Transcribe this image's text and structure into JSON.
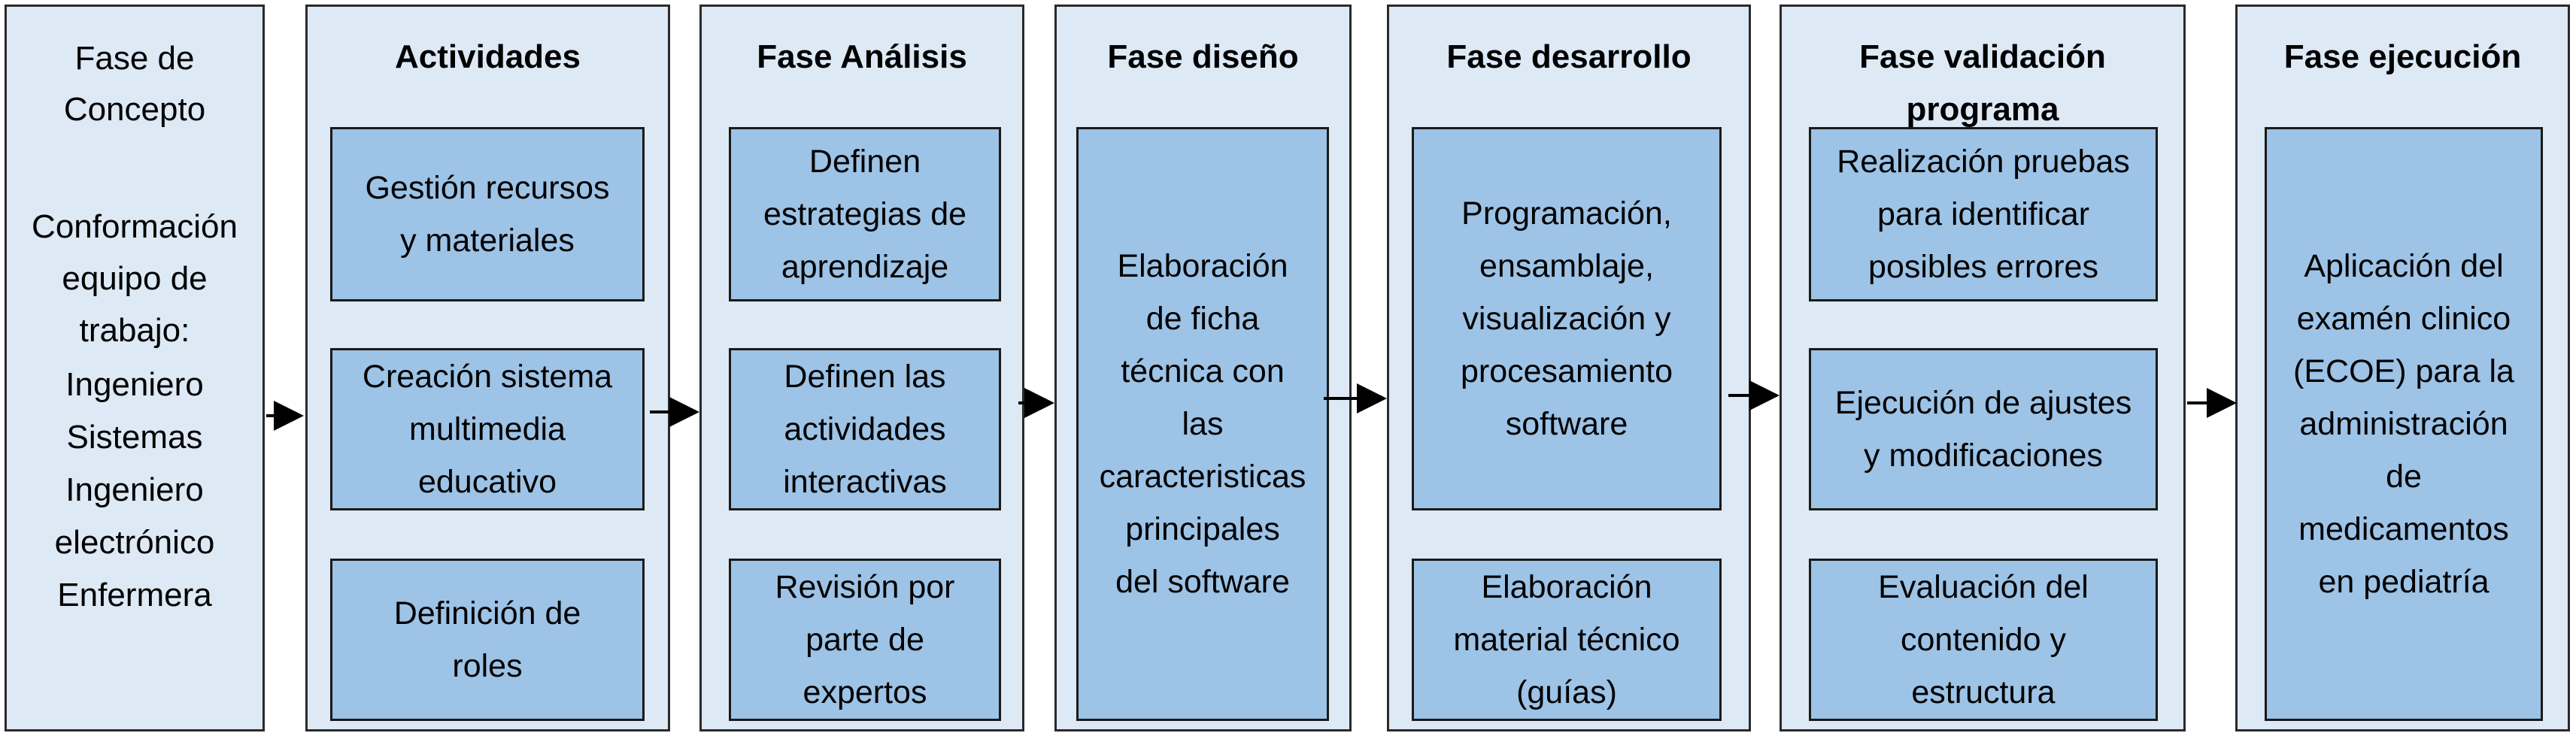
{
  "phases": {
    "concepto": {
      "title_line1": "Fase de",
      "title_line2": "Concepto",
      "subtitle_line1": "Conformación",
      "subtitle_line2": "equipo de",
      "subtitle_line3": "trabajo:",
      "members": [
        "Ingeniero",
        "Sistemas",
        "Ingeniero",
        "electrónico",
        "Enfermera"
      ]
    },
    "actividades": {
      "title": "Actividades",
      "boxes": [
        [
          "Gestión recursos",
          "y materiales"
        ],
        [
          "Creación sistema",
          "multimedia",
          "educativo"
        ],
        [
          "Definición de",
          "roles"
        ]
      ]
    },
    "analisis": {
      "title": "Fase Análisis",
      "boxes": [
        [
          "Definen",
          "estrategias de",
          "aprendizaje"
        ],
        [
          "Definen las",
          "actividades",
          "interactivas"
        ],
        [
          "Revisión por",
          "parte de",
          "expertos"
        ]
      ]
    },
    "diseno": {
      "title": "Fase diseño",
      "box": [
        "Elaboración",
        "de ficha",
        "técnica con",
        "las",
        "caracteristicas",
        "principales",
        "del software"
      ]
    },
    "desarrollo": {
      "title": "Fase desarrollo",
      "boxes": [
        [
          "Programación,",
          "ensamblaje,",
          "visualización y",
          "procesamiento",
          "software"
        ],
        [
          "Elaboración",
          "material técnico",
          "(guías)"
        ]
      ]
    },
    "validacion": {
      "title": "Fase validación programa",
      "boxes": [
        [
          "Realización pruebas",
          "para identificar",
          "posibles errores"
        ],
        [
          "Ejecución de ajustes",
          "y modificaciones"
        ],
        [
          "Evaluación del",
          "contenido y",
          "estructura"
        ]
      ]
    },
    "ejecucion": {
      "title": "Fase ejecución",
      "box": [
        "Aplicación del",
        "examén clinico",
        "(ECOE) para la",
        "administración",
        "de",
        "medicamentos",
        "en pediatría"
      ]
    }
  },
  "colors": {
    "column_bg": "#dde9f5",
    "box_bg": "#9dc3e6",
    "border": "#1a1a1a"
  }
}
